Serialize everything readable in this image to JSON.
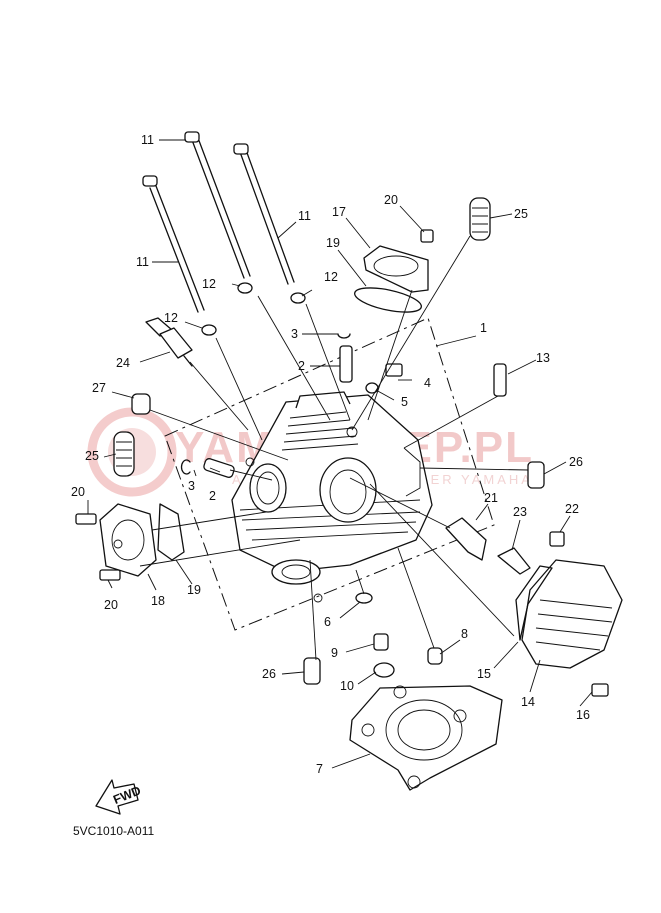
{
  "watermark": {
    "title": "YAMASKLEP.PL",
    "subtitle": "AUTORYZOWANY DEALER YAMAHA"
  },
  "callouts": [
    {
      "id": "c1",
      "label": "1"
    },
    {
      "id": "c2a",
      "label": "2"
    },
    {
      "id": "c2b",
      "label": "2"
    },
    {
      "id": "c3a",
      "label": "3"
    },
    {
      "id": "c3b",
      "label": "3"
    },
    {
      "id": "c4",
      "label": "4"
    },
    {
      "id": "c5",
      "label": "5"
    },
    {
      "id": "c6",
      "label": "6"
    },
    {
      "id": "c7",
      "label": "7"
    },
    {
      "id": "c8",
      "label": "8"
    },
    {
      "id": "c9",
      "label": "9"
    },
    {
      "id": "c10",
      "label": "10"
    },
    {
      "id": "c11a",
      "label": "11"
    },
    {
      "id": "c11b",
      "label": "11"
    },
    {
      "id": "c11c",
      "label": "11"
    },
    {
      "id": "c12a",
      "label": "12"
    },
    {
      "id": "c12b",
      "label": "12"
    },
    {
      "id": "c12c",
      "label": "12"
    },
    {
      "id": "c13",
      "label": "13"
    },
    {
      "id": "c14",
      "label": "14"
    },
    {
      "id": "c15",
      "label": "15"
    },
    {
      "id": "c16",
      "label": "16"
    },
    {
      "id": "c17",
      "label": "17"
    },
    {
      "id": "c18",
      "label": "18"
    },
    {
      "id": "c19a",
      "label": "19"
    },
    {
      "id": "c19b",
      "label": "19"
    },
    {
      "id": "c20a",
      "label": "20"
    },
    {
      "id": "c20b",
      "label": "20"
    },
    {
      "id": "c20c",
      "label": "20"
    },
    {
      "id": "c21",
      "label": "21"
    },
    {
      "id": "c22",
      "label": "22"
    },
    {
      "id": "c23",
      "label": "23"
    },
    {
      "id": "c24",
      "label": "24"
    },
    {
      "id": "c25a",
      "label": "25"
    },
    {
      "id": "c25b",
      "label": "25"
    },
    {
      "id": "c26a",
      "label": "26"
    },
    {
      "id": "c26b",
      "label": "26"
    },
    {
      "id": "c27",
      "label": "27"
    }
  ],
  "fwd_label": "FWD",
  "diagram_code": "5VC1010-A011"
}
